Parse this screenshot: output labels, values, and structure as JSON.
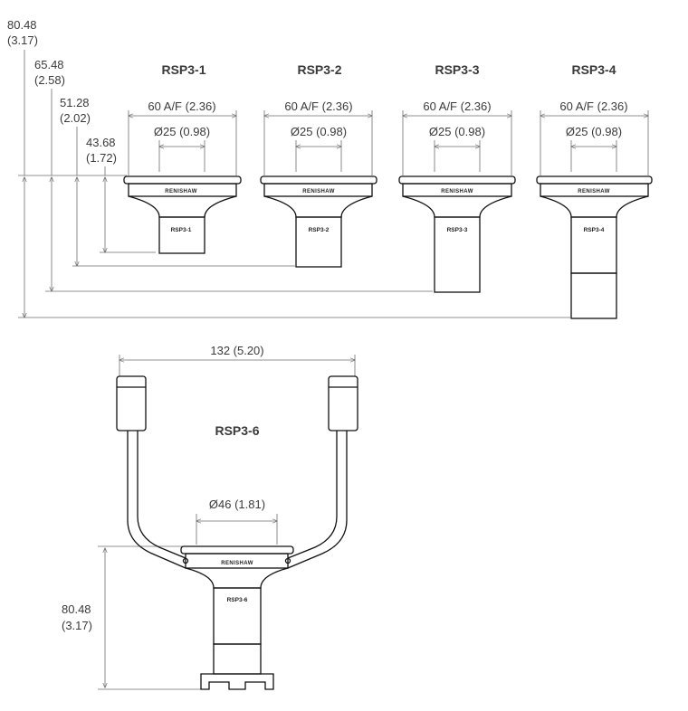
{
  "heights": [
    {
      "value": "80.48",
      "inch": "(3.17)"
    },
    {
      "value": "65.48",
      "inch": "(2.58)"
    },
    {
      "value": "51.28",
      "inch": "(2.02)"
    },
    {
      "value": "43.68",
      "inch": "(1.72)"
    }
  ],
  "probes": [
    {
      "title": "RSP3-1",
      "af": "60 A/F (2.36)",
      "dia": "Ø25 (0.98)",
      "logo": "RENISHAW",
      "tag": "RSP3-1"
    },
    {
      "title": "RSP3-2",
      "af": "60 A/F (2.36)",
      "dia": "Ø25 (0.98)",
      "logo": "RENISHAW",
      "tag": "RSP3-2"
    },
    {
      "title": "RSP3-3",
      "af": "60 A/F (2.36)",
      "dia": "Ø25 (0.98)",
      "logo": "RENISHAW",
      "tag": "RSP3-3"
    },
    {
      "title": "RSP3-4",
      "af": "60 A/F (2.36)",
      "dia": "Ø25 (0.98)",
      "logo": "RENISHAW",
      "tag": "RSP3-4"
    }
  ],
  "rsp36": {
    "title": "RSP3-6",
    "width": "132 (5.20)",
    "dia": "Ø46 (1.81)",
    "height": "80.48",
    "height_inch": "(3.17)",
    "logo": "RENISHAW",
    "tag": "RSP3-6"
  },
  "colors": {
    "ink": "#111111",
    "dim_line": "#6e6e6e",
    "text": "#3a3a3a"
  }
}
